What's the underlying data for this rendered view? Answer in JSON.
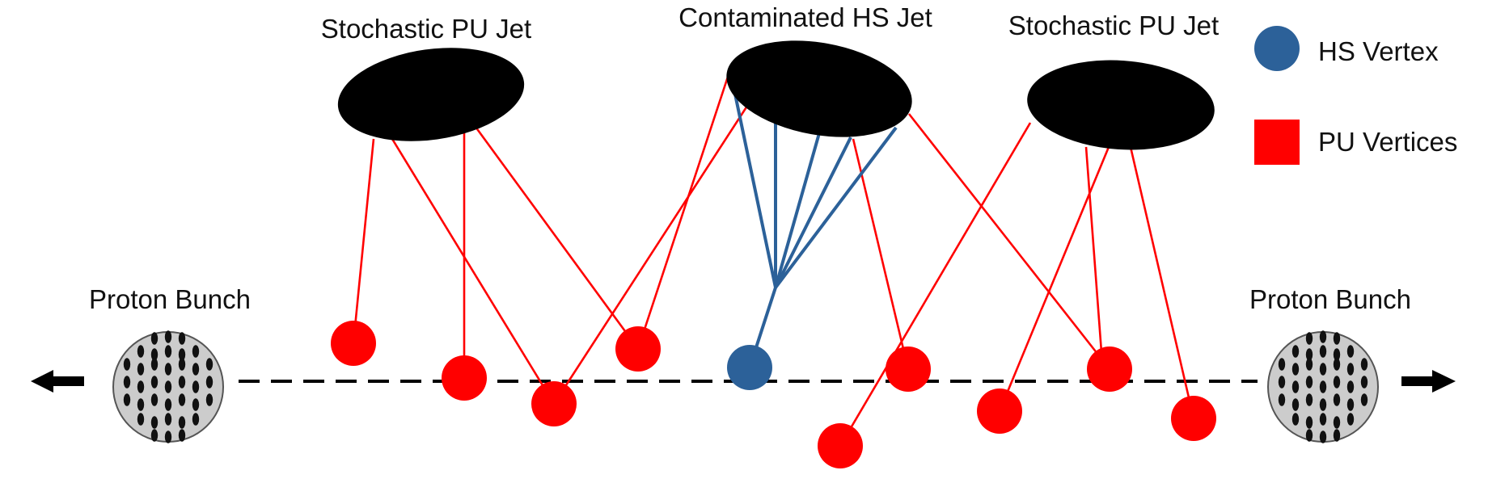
{
  "labels": {
    "jet_left": "Stochastic PU Jet",
    "jet_center": "Contaminated HS Jet",
    "jet_right": "Stochastic PU Jet",
    "bunch_left": "Proton Bunch",
    "bunch_right": "Proton Bunch"
  },
  "legend": {
    "hs_vertex": "HS Vertex",
    "pu_vertices": "PU Vertices"
  },
  "colors": {
    "hs": "#2C6199",
    "pu": "#FF0000",
    "jet": "#000000",
    "bunch_fill": "#CCCCCC"
  }
}
